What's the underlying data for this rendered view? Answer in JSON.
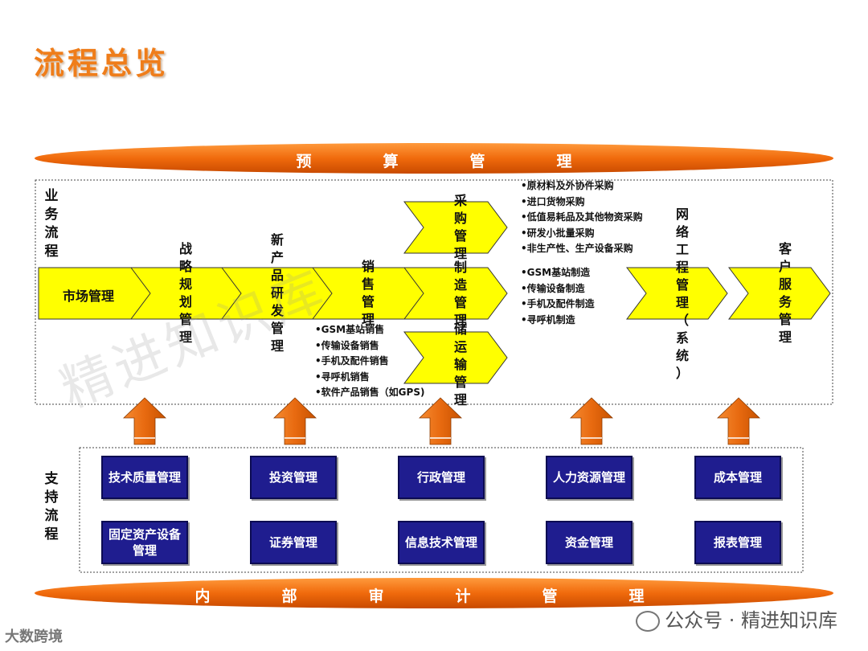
{
  "title": "流程总览",
  "budget_bar": {
    "chars": [
      "预",
      "算",
      "管",
      "理"
    ]
  },
  "audit_bar": {
    "chars": [
      "内",
      "部",
      "审",
      "计",
      "管",
      "理"
    ]
  },
  "business_label": [
    "业",
    "务",
    "流",
    "程"
  ],
  "support_label": [
    "支",
    "持",
    "流",
    "程"
  ],
  "flow": {
    "market": "市场管理",
    "strategy": [
      "战",
      "略",
      "规",
      "划",
      "管",
      "理"
    ],
    "new_product": [
      "新",
      "产",
      "品",
      "研",
      "发",
      "管",
      "理"
    ],
    "sales": [
      "销",
      "售",
      "管",
      "理"
    ],
    "procure": [
      "采",
      "购",
      "管",
      "理"
    ],
    "manufacture": [
      "制",
      "造",
      "管",
      "理"
    ],
    "storage": [
      "储",
      "运",
      "输",
      "管",
      "理"
    ],
    "network": [
      "网",
      "络",
      "工",
      "程",
      "管",
      "理",
      "（",
      "系",
      "统",
      "）"
    ],
    "customer": [
      "客",
      "户",
      "服",
      "务",
      "管",
      "理"
    ]
  },
  "sales_items": [
    "GSM基站销售",
    "传输设备销售",
    "手机及配件销售",
    "寻呼机销售",
    "软件产品销售（如GPS)"
  ],
  "procure_items": [
    "原材料及外协件采购",
    "进口货物采购",
    "低值易耗品及其他物资采购",
    "研发小批量采购",
    "非生产性、生产设备采购"
  ],
  "manufacture_items": [
    "GSM基站制造",
    "传输设备制造",
    "手机及配件制造",
    "寻呼机制造"
  ],
  "support_boxes": [
    [
      "技术质量管理",
      "投资管理",
      "行政管理",
      "人力资源管理",
      "成本管理"
    ],
    [
      "固定资产设备管理",
      "证券管理",
      "信息技术管理",
      "资金管理",
      "报表管理"
    ]
  ],
  "watermark": "精进知识库",
  "footer_right": "公众号 · 精进知识库",
  "footer_left": "大数跨境",
  "colors": {
    "orange": "#ef6a10",
    "yellow": "#ffff00",
    "navy": "#1f1d8f",
    "title": "#ef7d1a"
  }
}
